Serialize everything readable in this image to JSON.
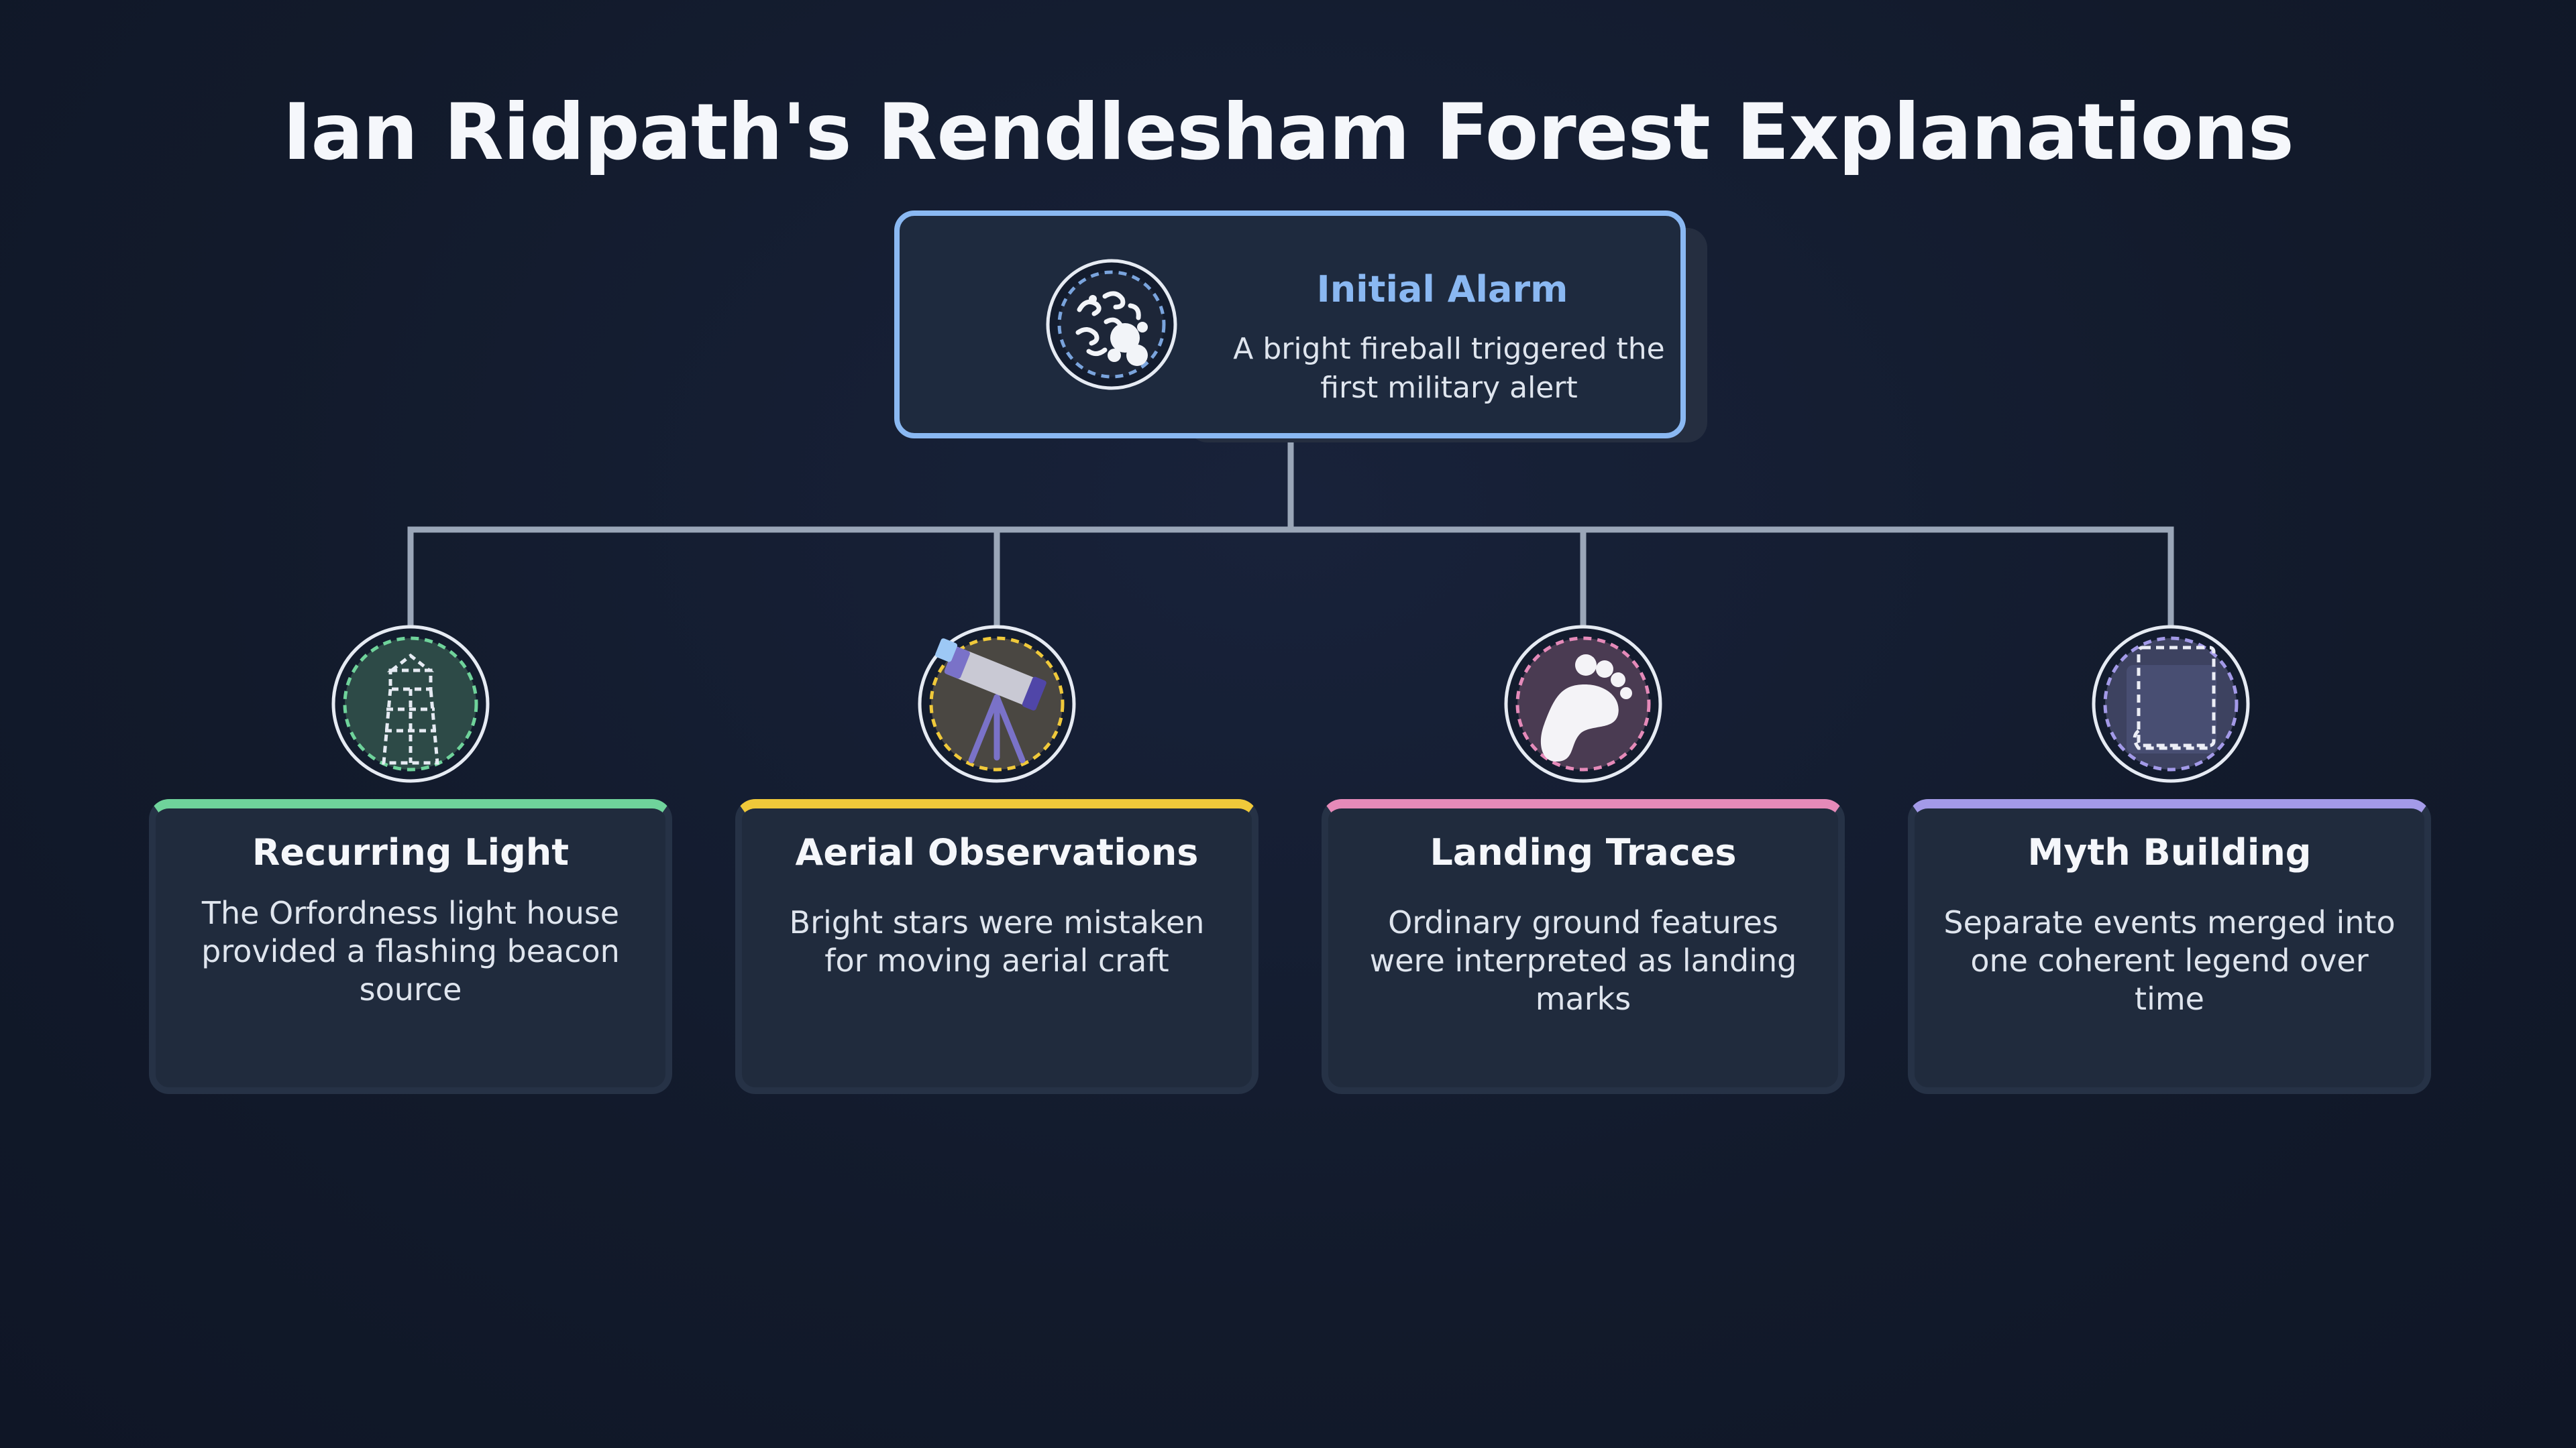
{
  "title": "Ian Ridpath's Rendlesham Forest Explanations",
  "root": {
    "title": "Initial Alarm",
    "description": "A bright fireball triggered the first military alert",
    "icon": "fireball-icon",
    "accent": "#8ab8f2"
  },
  "children": [
    {
      "title": "Recurring Light",
      "description": "The Orfordness light house provided a flashing beacon source",
      "icon": "lighthouse-icon",
      "accent": "#6fd39b"
    },
    {
      "title": "Aerial Observations",
      "description": "Bright stars were mistaken for moving aerial craft",
      "icon": "telescope-icon",
      "accent": "#f0c93a"
    },
    {
      "title": "Landing Traces",
      "description": "Ordinary ground features were interpreted as landing marks",
      "icon": "footprint-icon",
      "accent": "#e58ab9"
    },
    {
      "title": "Myth Building",
      "description": "Separate events merged into one coherent legend over time",
      "icon": "book-icon",
      "accent": "#a39ae8"
    }
  ]
}
